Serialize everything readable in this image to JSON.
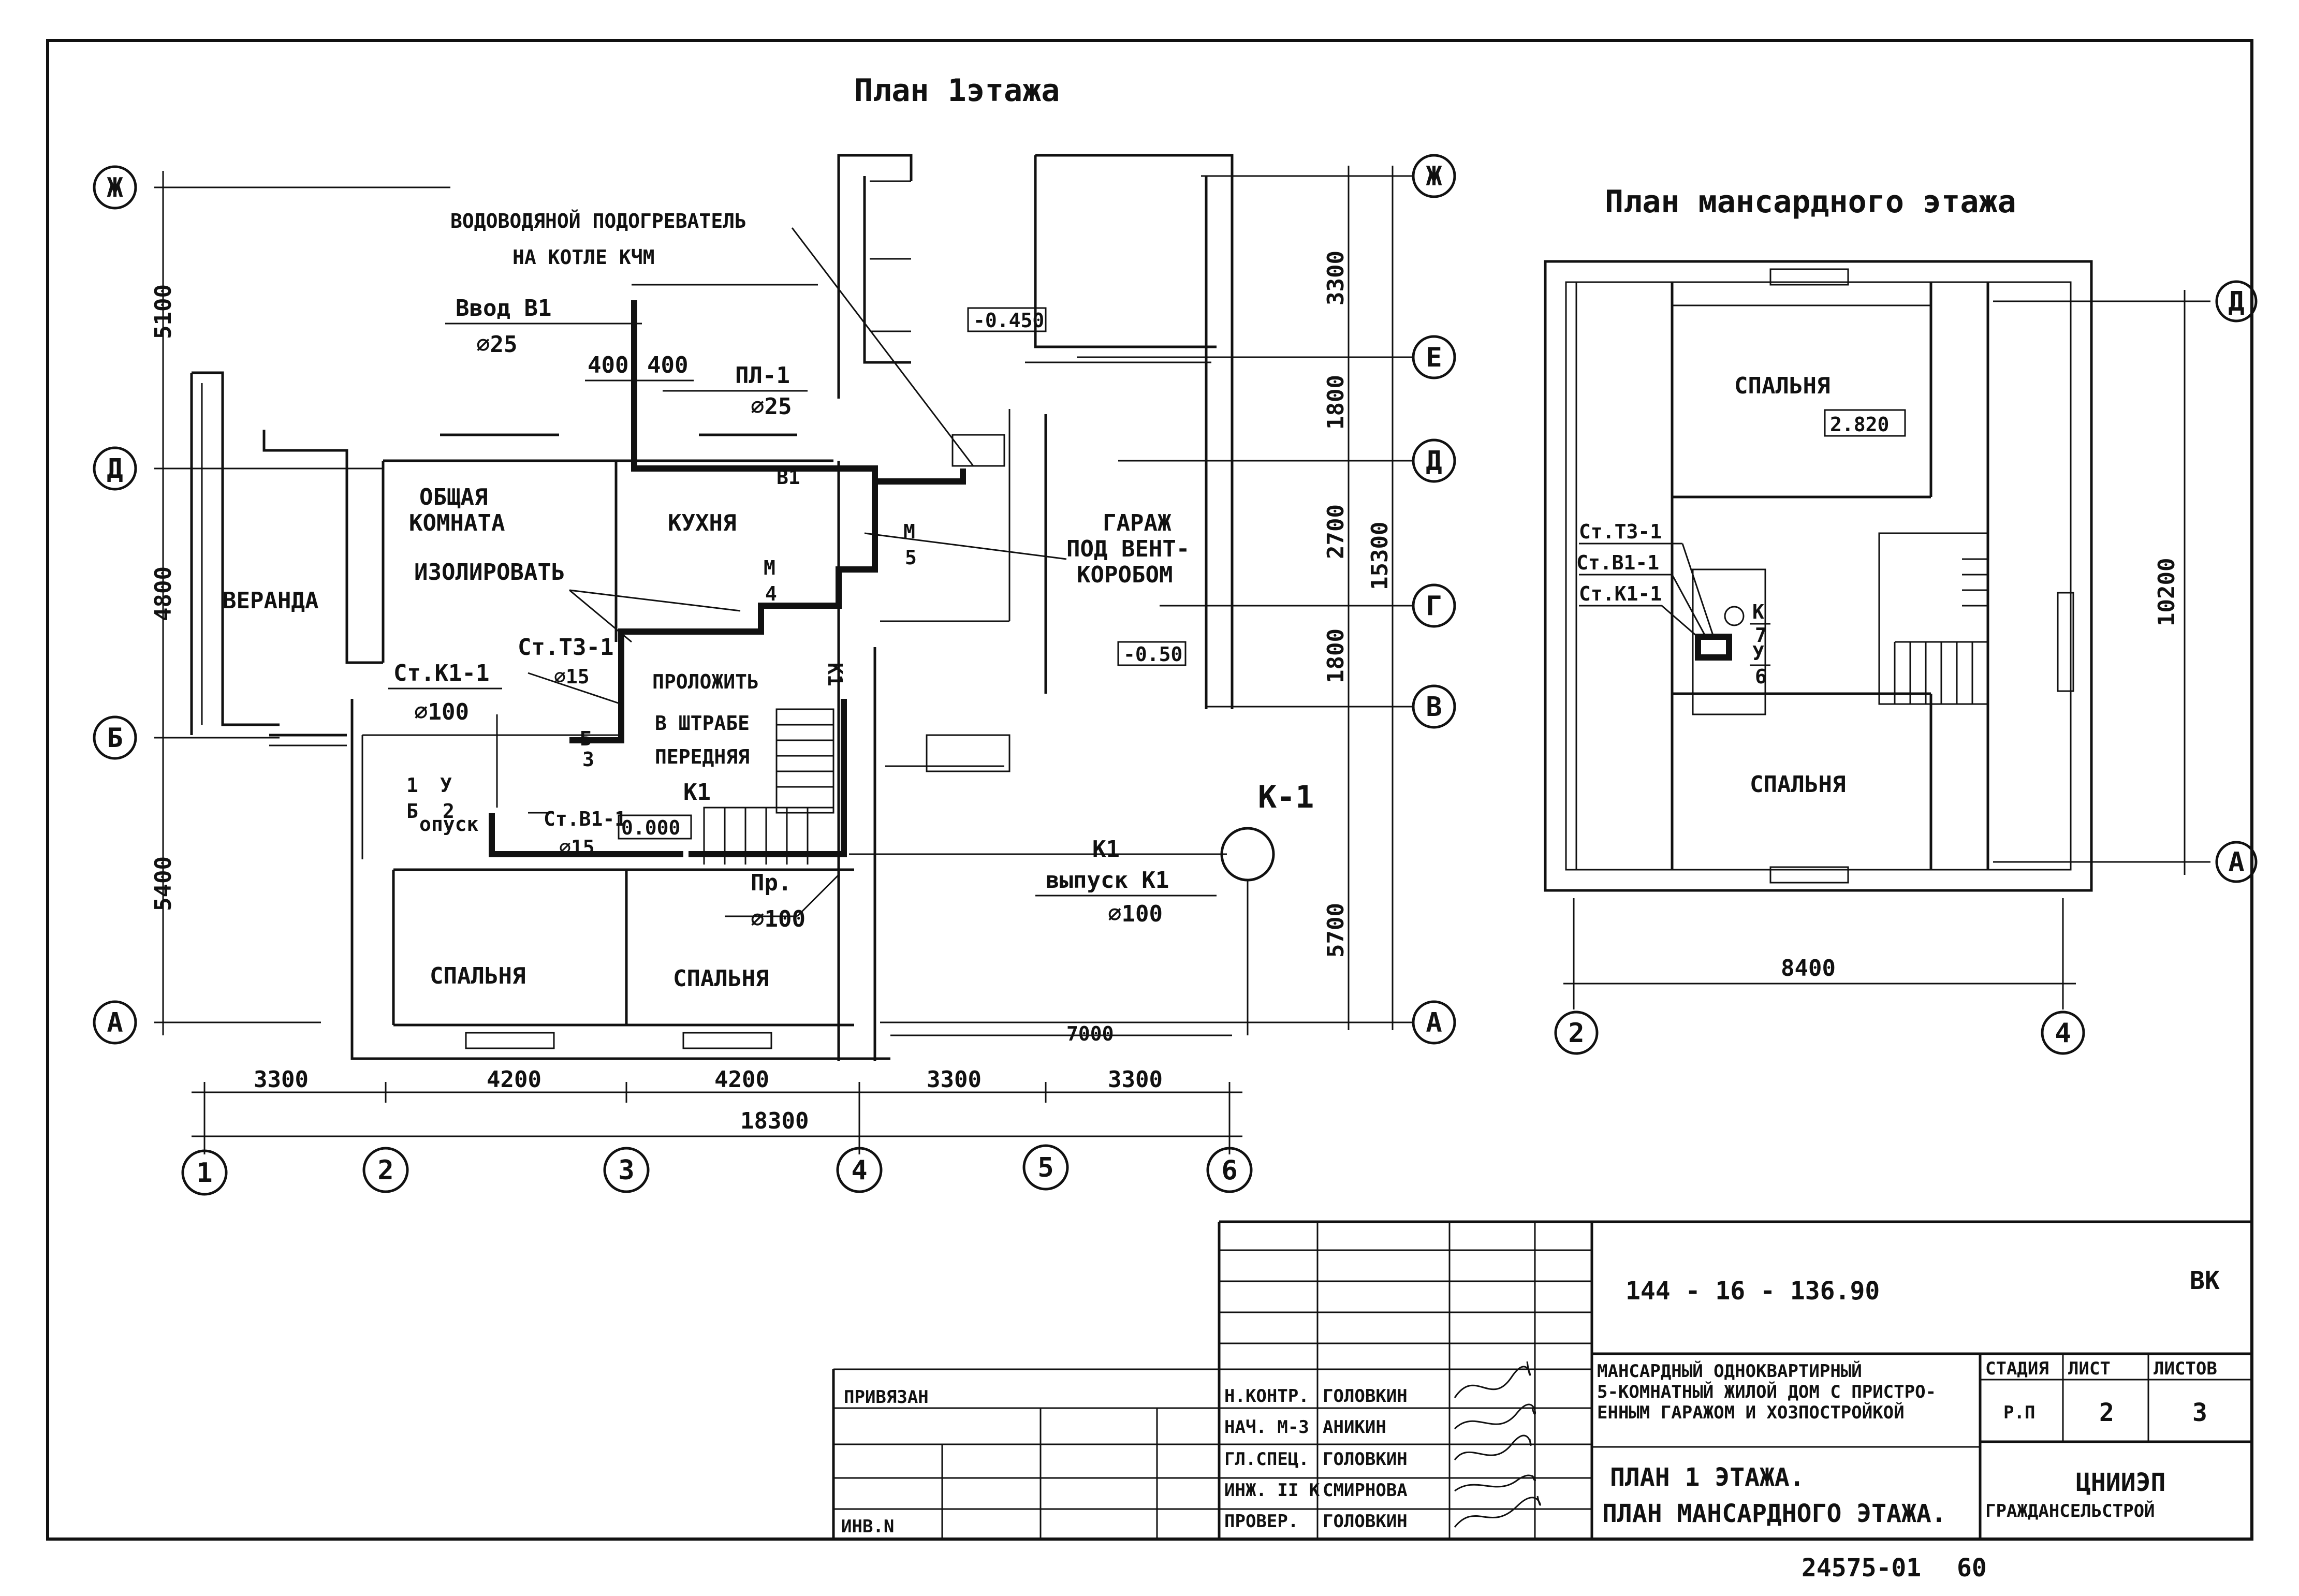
{
  "plan1": {
    "title": "План 1этажа",
    "rooms": {
      "veranda": "ВЕРАНДА",
      "living_1": "ОБЩАЯ",
      "living_2": "КОМНАТА",
      "kitchen": "КУХНЯ",
      "garage_1": "ГАРАЖ",
      "garage_2": "ПОД ВЕНТ-",
      "garage_3": "КОРОБОМ",
      "bed1": "СПАЛЬНЯ",
      "bed2": "СПАЛЬНЯ"
    },
    "notes": {
      "heater_1": "ВОДОВОДЯНОЙ ПОДОГРЕВАТЕЛЬ",
      "heater_2": "НА КОТЛЕ КЧМ",
      "vvod": "Ввод В1",
      "vvod_d": "⌀25",
      "pl1": "ПЛ-1",
      "pl1_d": "⌀25",
      "isolate": "ИЗОЛИРОВАТЬ",
      "stk11": "Ст.К1-1",
      "stk11_d": "⌀100",
      "stt31": "Ст.Т3-1",
      "stt31_d": "⌀15",
      "lay_1": "ПРОЛОЖИТЬ",
      "lay_2": "В ШТРАБЕ",
      "lay_3": "ПЕРЕДНЯЯ",
      "stv11": "Ст.В1-1",
      "stv11_d": "⌀15",
      "opusk": "опуск",
      "pr": "Пр.",
      "pr_d": "⌀100",
      "vypusk": "выпуск К1",
      "vypusk_d": "⌀100",
      "k1_well": "К-1",
      "b1": "В1",
      "k1": "К1",
      "k1b": "К1",
      "k1c": "К1",
      "m4": "М",
      "m4n": "4",
      "m5": "М",
      "m5n": "5",
      "b3": "Б",
      "b3n": "3",
      "y2": "У",
      "y2n": "2",
      "b1s": "Б",
      "b1sn": "1"
    },
    "levels": {
      "l1": "-0.450",
      "l2": "-0.50",
      "l3": "0.000"
    },
    "dims_left": [
      "5100",
      "4800",
      "5400"
    ],
    "dims_right": [
      "3300",
      "1800",
      "2700",
      "1800",
      "5700"
    ],
    "dim_right_total": "15300",
    "dims_top": [
      "400",
      "400"
    ],
    "dims_bottom": [
      "3300",
      "4200",
      "4200",
      "3300",
      "3300"
    ],
    "dim_bottom_total": "18300",
    "dim_7000": "7000",
    "axes_rows_left": [
      "Ж",
      "Д",
      "Б",
      "А"
    ],
    "axes_rows_right": [
      "Ж",
      "Е",
      "Д",
      "Г",
      "В",
      "А"
    ],
    "axes_cols": [
      "1",
      "2",
      "3",
      "4",
      "5",
      "6"
    ]
  },
  "plan2": {
    "title": "План мансардного этажа",
    "rooms": {
      "bed_top": "СПАЛЬНЯ",
      "bed_bottom": "СПАЛЬНЯ"
    },
    "level": "2.820",
    "notes": {
      "stt3": "Ст.Т3-1",
      "stv1": "Ст.В1-1",
      "stk1": "Ст.К1-1",
      "k7": "К",
      "k7n": "7",
      "y6": "У",
      "y6n": "6"
    },
    "dim_width": "8400",
    "dim_height": "10200",
    "axes_rows": [
      "Д",
      "А"
    ],
    "axes_cols": [
      "2",
      "4"
    ]
  },
  "stamp": {
    "code": "144 - 16 - 136.90",
    "mark": "ВК",
    "privyazan": "ПРИВЯЗАН",
    "inv": "ИНВ.N",
    "roles": [
      "Н.КОНТР.",
      "НАЧ. М-3",
      "ГЛ.СПЕЦ.",
      "ИНЖ. II К",
      "ПРОВЕР."
    ],
    "names": [
      "ГОЛОВКИН",
      "АНИКИН",
      "ГОЛОВКИН",
      "СМИРНОВА",
      "ГОЛОВКИН"
    ],
    "project_1": "МАНСАРДНЫЙ ОДНОКВАРТИРНЫЙ",
    "project_2": "5-КОМНАТНЫЙ ЖИЛОЙ ДОМ С ПРИСТРО-",
    "project_3": "ЕННЫМ ГАРАЖОМ И ХОЗПОСТРОЙКОЙ",
    "sheet_1": "ПЛАН 1 ЭТАЖА.",
    "sheet_2": "ПЛАН МАНСАРДНОГО ЭТАЖА.",
    "stage_h": "СТАДИЯ",
    "list_h": "ЛИСТ",
    "lists_h": "ЛИСТОВ",
    "stage": "Р.П",
    "list": "2",
    "lists": "3",
    "org_1": "ЦНИИЭП",
    "org_2": "ГРАЖДАНСЕЛЬСТРОЙ"
  },
  "footer": {
    "number": "24575-01",
    "page": "60"
  }
}
